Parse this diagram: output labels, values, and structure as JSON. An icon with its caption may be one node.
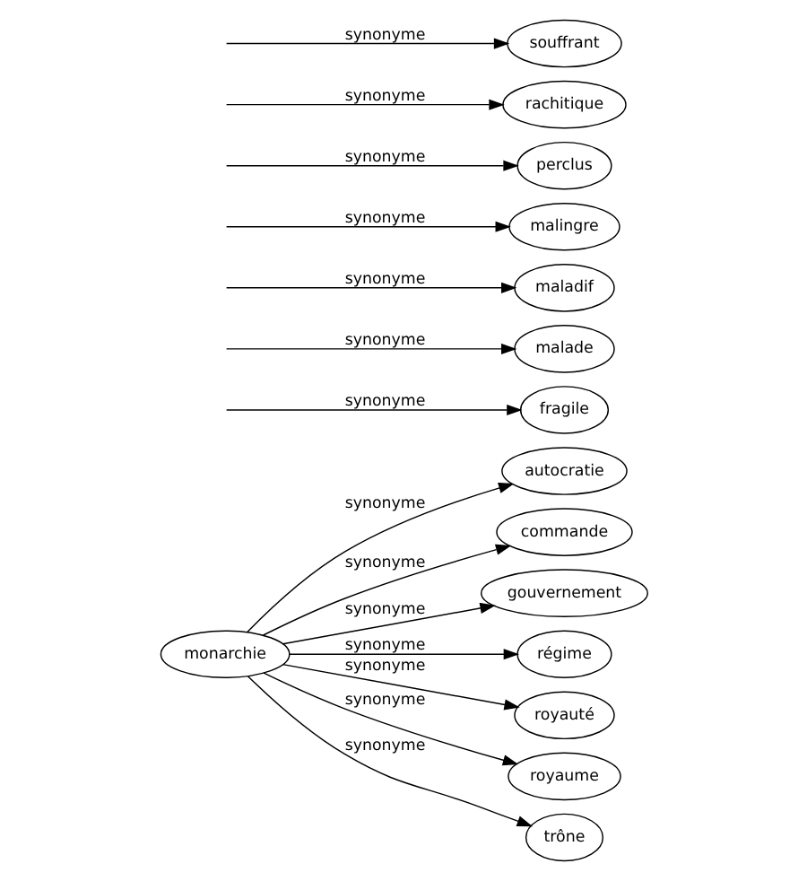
{
  "diagram": {
    "nodes": [
      {
        "text": [
          "monarchie"
        ]
      },
      {
        "text": [
          "autocratie"
        ]
      },
      {
        "text": [
          "fragile"
        ]
      },
      {
        "text": [
          "commande"
        ]
      },
      {
        "text": [
          "malade"
        ]
      },
      {
        "text": [
          "gouvernement"
        ]
      },
      {
        "text": [
          "maladif"
        ]
      },
      {
        "text": [
          "régime"
        ]
      },
      {
        "text": [
          "malingre"
        ]
      },
      {
        "text": [
          "royauté"
        ]
      },
      {
        "text": [
          "perclus"
        ]
      },
      {
        "text": [
          "rachitique"
        ]
      },
      {
        "text": [
          "royaume"
        ]
      },
      {
        "text": [
          "souffrant"
        ]
      },
      {
        "text": [
          "trône"
        ]
      }
    ],
    "edges": [
      {
        "from": 0,
        "to": 1,
        "arrow": "to",
        "label": "synonyme"
      },
      {
        "from": null,
        "to": 2,
        "arrow": "to",
        "label": "synonyme"
      },
      {
        "from": 0,
        "to": 3,
        "arrow": "to",
        "label": "synonyme"
      },
      {
        "from": null,
        "to": 4,
        "arrow": "to",
        "label": "synonyme"
      },
      {
        "from": 0,
        "to": 5,
        "arrow": "to",
        "label": "synonyme"
      },
      {
        "from": null,
        "to": 6,
        "arrow": "to",
        "label": "synonyme"
      },
      {
        "from": 0,
        "to": 7,
        "arrow": "to",
        "label": "synonyme"
      },
      {
        "from": null,
        "to": 8,
        "arrow": "to",
        "label": "synonyme"
      },
      {
        "from": 0,
        "to": 9,
        "arrow": "to",
        "label": "synonyme"
      },
      {
        "from": null,
        "to": 10,
        "arrow": "to",
        "label": "synonyme"
      },
      {
        "from": null,
        "to": 11,
        "arrow": "to",
        "label": "synonyme"
      },
      {
        "from": 0,
        "to": 12,
        "arrow": "to",
        "label": "synonyme"
      },
      {
        "from": null,
        "to": 13,
        "arrow": "to",
        "label": "synonyme"
      },
      {
        "from": 0,
        "to": 14,
        "arrow": "to",
        "label": "synonyme"
      }
    ]
  }
}
